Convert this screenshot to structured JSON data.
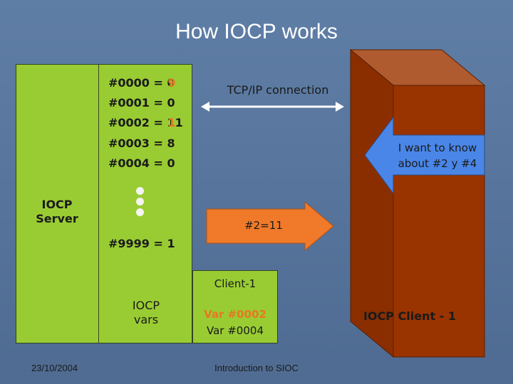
{
  "slide": {
    "title": "How IOCP works",
    "server_label_line1": "IOCP",
    "server_label_line2": "Server",
    "registers": [
      {
        "label": "#0000 = ",
        "value": "0",
        "overwrite": "9"
      },
      {
        "label": "#0001 = ",
        "value": "0"
      },
      {
        "label": "#0002 = ",
        "value": "11",
        "overwrite": "1",
        "tail": "1"
      },
      {
        "label": "#0003 = ",
        "value": "8"
      },
      {
        "label": "#0004 = ",
        "value": "0"
      },
      {
        "label": "#9999 = ",
        "value": "1"
      }
    ],
    "iocp_vars_line1": "IOCP",
    "iocp_vars_line2": "vars",
    "client_box": {
      "title": "Client-1",
      "var1": "Var #0002",
      "var2": "Var #0004"
    },
    "tcp_label": "TCP/IP connection",
    "ask_line1": "I want to know",
    "ask_line2": "about #2 y #4",
    "reply": "#2=11",
    "client_label": "IOCP Client - 1",
    "footer_date": "23/10/2004",
    "footer_center": "Introduction to SIOC",
    "colors": {
      "green": "#99cc33",
      "brick": "#993300",
      "orange": "#e87722",
      "arrow_blue": "#4a86e8"
    }
  }
}
